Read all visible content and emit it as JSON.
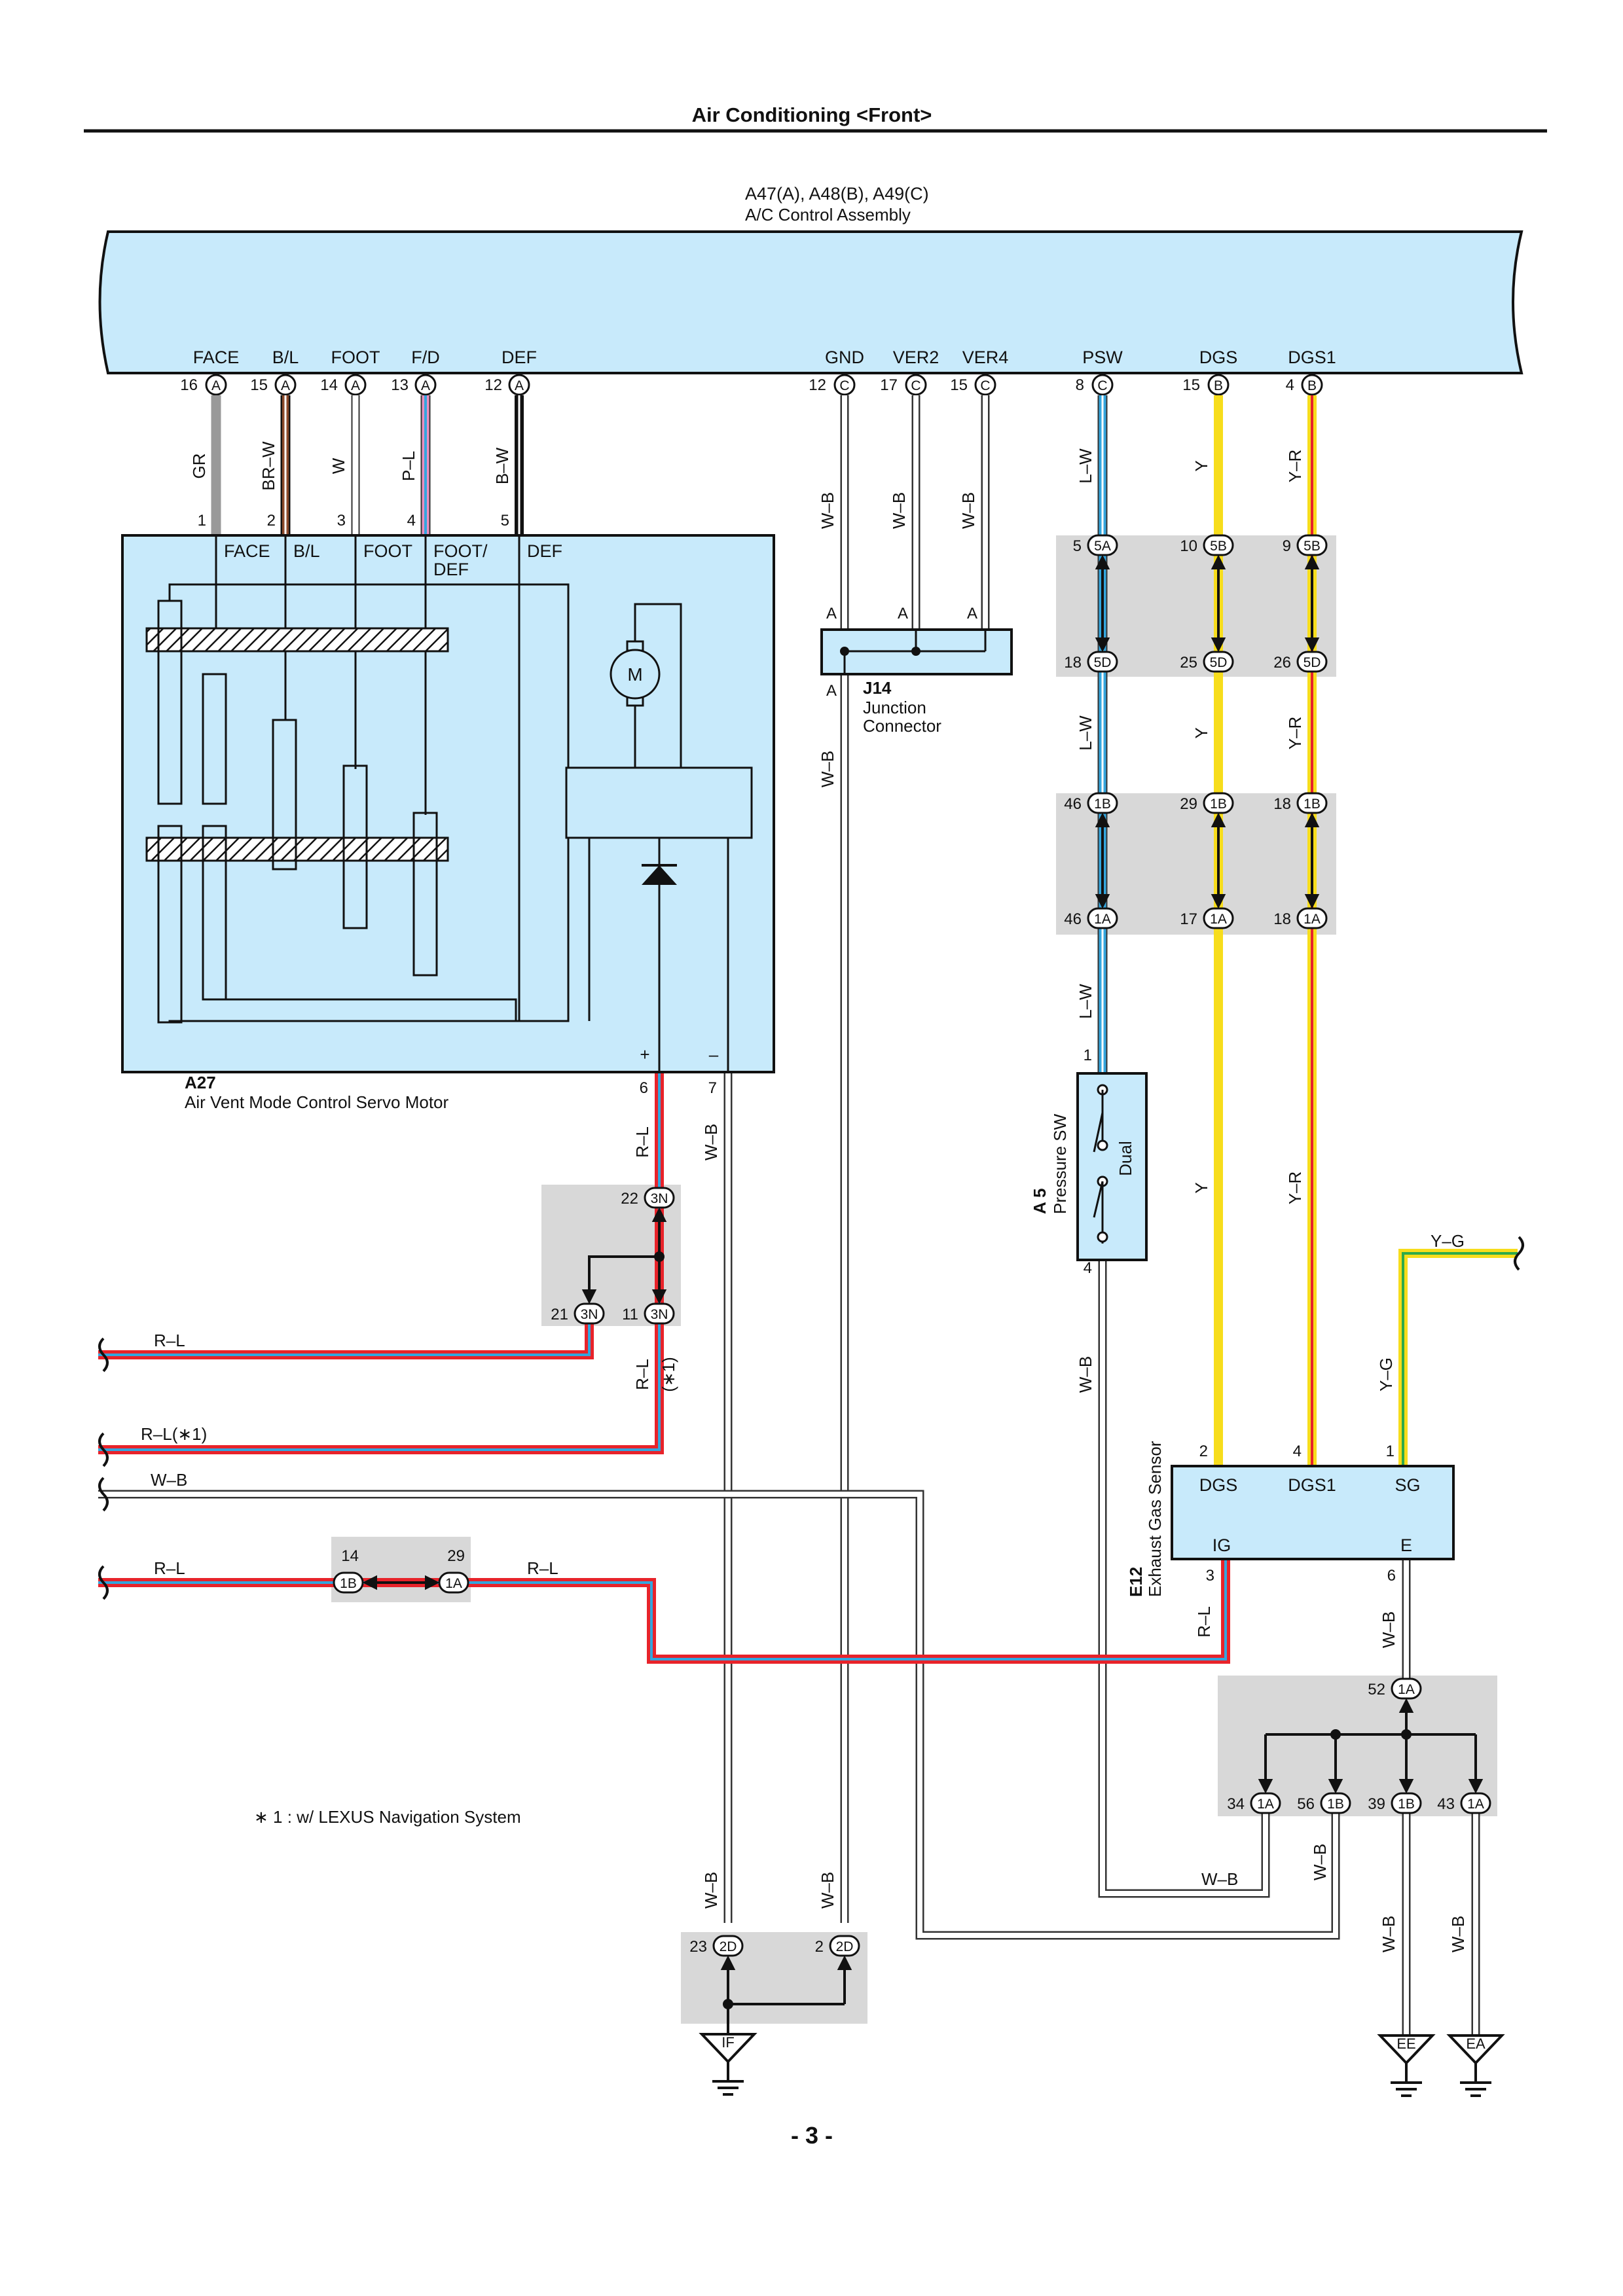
{
  "page": {
    "title": "Air Conditioning <Front>",
    "page_number": "- 3 -",
    "footnote": "∗ 1 : w/ LEXUS Navigation System"
  },
  "colors": {
    "panel_fill": "#c8eafb",
    "connector_shade": "#d8d8d8",
    "wire_gray": "#999999",
    "wire_brown": "#8b4a2b",
    "wire_blue": "#33a6de",
    "wire_red": "#e8232a",
    "wire_yellow": "#f7dd1c",
    "wire_green": "#2eaa4a",
    "wire_pink": "#e98fc0",
    "wire_black": "#111111"
  },
  "control_assembly": {
    "code": "A47(A), A48(B), A49(C)",
    "name": "A/C Control Assembly",
    "terminals": [
      {
        "signal": "FACE",
        "pin": "16",
        "conn": "A"
      },
      {
        "signal": "B/L",
        "pin": "15",
        "conn": "A"
      },
      {
        "signal": "FOOT",
        "pin": "14",
        "conn": "A"
      },
      {
        "signal": "F/D",
        "pin": "13",
        "conn": "A"
      },
      {
        "signal": "DEF",
        "pin": "12",
        "conn": "A"
      },
      {
        "signal": "GND",
        "pin": "12",
        "conn": "C"
      },
      {
        "signal": "VER2",
        "pin": "17",
        "conn": "C"
      },
      {
        "signal": "VER4",
        "pin": "15",
        "conn": "C"
      },
      {
        "signal": "PSW",
        "pin": "8",
        "conn": "C"
      },
      {
        "signal": "DGS",
        "pin": "15",
        "conn": "B"
      },
      {
        "signal": "DGS1",
        "pin": "4",
        "conn": "B"
      }
    ]
  },
  "wire_labels": {
    "face": "GR",
    "bl": "BR–W",
    "foot": "W",
    "fd": "P–L",
    "def": "B–W",
    "gnd": "W–B",
    "ver2": "W–B",
    "ver4": "W–B",
    "psw": "L–W",
    "dgs": "Y",
    "dgs1": "Y–R",
    "psw_2": "L–W",
    "dgs_2": "Y",
    "dgs1_2": "Y–R",
    "psw_3": "L–W",
    "gnd_2": "W–B",
    "motor_plus": "R–L",
    "motor_minus": "W–B",
    "dgs_3": "Y",
    "dgs1_3": "Y–R",
    "sw_out": "W–B",
    "rl_branch": "R–L",
    "rl_branch_note": "(∗1)",
    "sg": "Y–G",
    "sg_top": "Y–G",
    "left_1": "R–L",
    "left_2": "R–L(∗1)",
    "left_3": "W–B",
    "left_4": "R–L",
    "mid_4": "R–L",
    "ig": "R–L",
    "e_out": "W–B",
    "sw_bottom": "W–B",
    "branch_1b": "W–B",
    "ee": "W–B",
    "ea": "W–B",
    "to_if_1": "W–B",
    "to_if_2": "W–B"
  },
  "servo_motor": {
    "code": "A27",
    "name": "Air Vent Mode Control Servo Motor",
    "pins": [
      "1",
      "2",
      "3",
      "4",
      "5"
    ],
    "inputs": [
      "FACE",
      "B/L",
      "FOOT",
      "FOOT/",
      "DEF"
    ],
    "input_5_line2": "DEF",
    "input_fd_line2": "DEF",
    "motor_symbol": "M",
    "plus": "+",
    "minus": "–",
    "out_pins": [
      "6",
      "7"
    ]
  },
  "junction_connector": {
    "code": "J14",
    "name_line1": "Junction",
    "name_line2": "Connector",
    "pin_label": "A"
  },
  "connectors": {
    "c5": {
      "top": [
        {
          "pin": "5",
          "id": "5A"
        },
        {
          "pin": "10",
          "id": "5B"
        },
        {
          "pin": "9",
          "id": "5B"
        }
      ],
      "bottom": [
        {
          "pin": "18",
          "id": "5D"
        },
        {
          "pin": "25",
          "id": "5D"
        },
        {
          "pin": "26",
          "id": "5D"
        }
      ]
    },
    "c1": {
      "top": [
        {
          "pin": "46",
          "id": "1B"
        },
        {
          "pin": "29",
          "id": "1B"
        },
        {
          "pin": "18",
          "id": "1B"
        }
      ],
      "bottom": [
        {
          "pin": "46",
          "id": "1A"
        },
        {
          "pin": "17",
          "id": "1A"
        },
        {
          "pin": "18",
          "id": "1A"
        }
      ]
    },
    "c3n": {
      "top": {
        "pin": "22",
        "id": "3N"
      },
      "bottom": [
        {
          "pin": "21",
          "id": "3N"
        },
        {
          "pin": "11",
          "id": "3N"
        }
      ]
    },
    "c_pair": {
      "left": {
        "pin": "14",
        "id": "1B"
      },
      "right": {
        "pin": "29",
        "id": "1A"
      }
    },
    "c_e": {
      "top": {
        "pin": "52",
        "id": "1A"
      },
      "bottom": [
        {
          "pin": "34",
          "id": "1A"
        },
        {
          "pin": "56",
          "id": "1B"
        },
        {
          "pin": "39",
          "id": "1B"
        },
        {
          "pin": "43",
          "id": "1A"
        }
      ]
    },
    "c2d": [
      {
        "pin": "23",
        "id": "2D"
      },
      {
        "pin": "2",
        "id": "2D"
      }
    ]
  },
  "pressure_switch": {
    "code": "A 5",
    "name": "Pressure SW",
    "type": "Dual",
    "pin_in": "1",
    "pin_out": "4"
  },
  "exhaust_sensor": {
    "code": "E12",
    "name": "Exhaust Gas Sensor",
    "terminals": [
      "DGS",
      "DGS1",
      "SG",
      "IG",
      "E"
    ],
    "pins": {
      "dgs": "2",
      "dgs1": "4",
      "sg": "1",
      "ig": "3",
      "e": "6"
    }
  },
  "grounds": [
    "IF",
    "EE",
    "EA"
  ]
}
